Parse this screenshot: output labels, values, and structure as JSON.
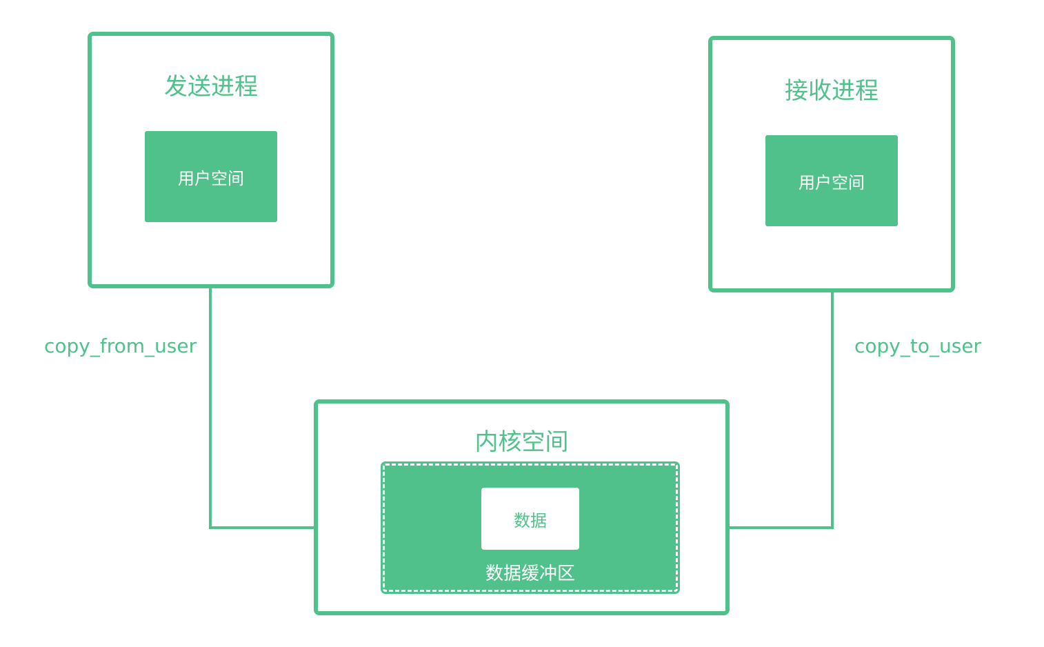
{
  "sender": {
    "title": "发送进程",
    "user_space": "用户空间"
  },
  "receiver": {
    "title": "接收进程",
    "user_space": "用户空间"
  },
  "kernel": {
    "title": "内核空间",
    "buffer_label": "数据缓冲区",
    "data_label": "数据"
  },
  "edges": {
    "copy_from": "copy_from_user",
    "copy_to": "copy_to_user"
  },
  "colors": {
    "accent": "#50c18a",
    "background": "#ffffff"
  }
}
